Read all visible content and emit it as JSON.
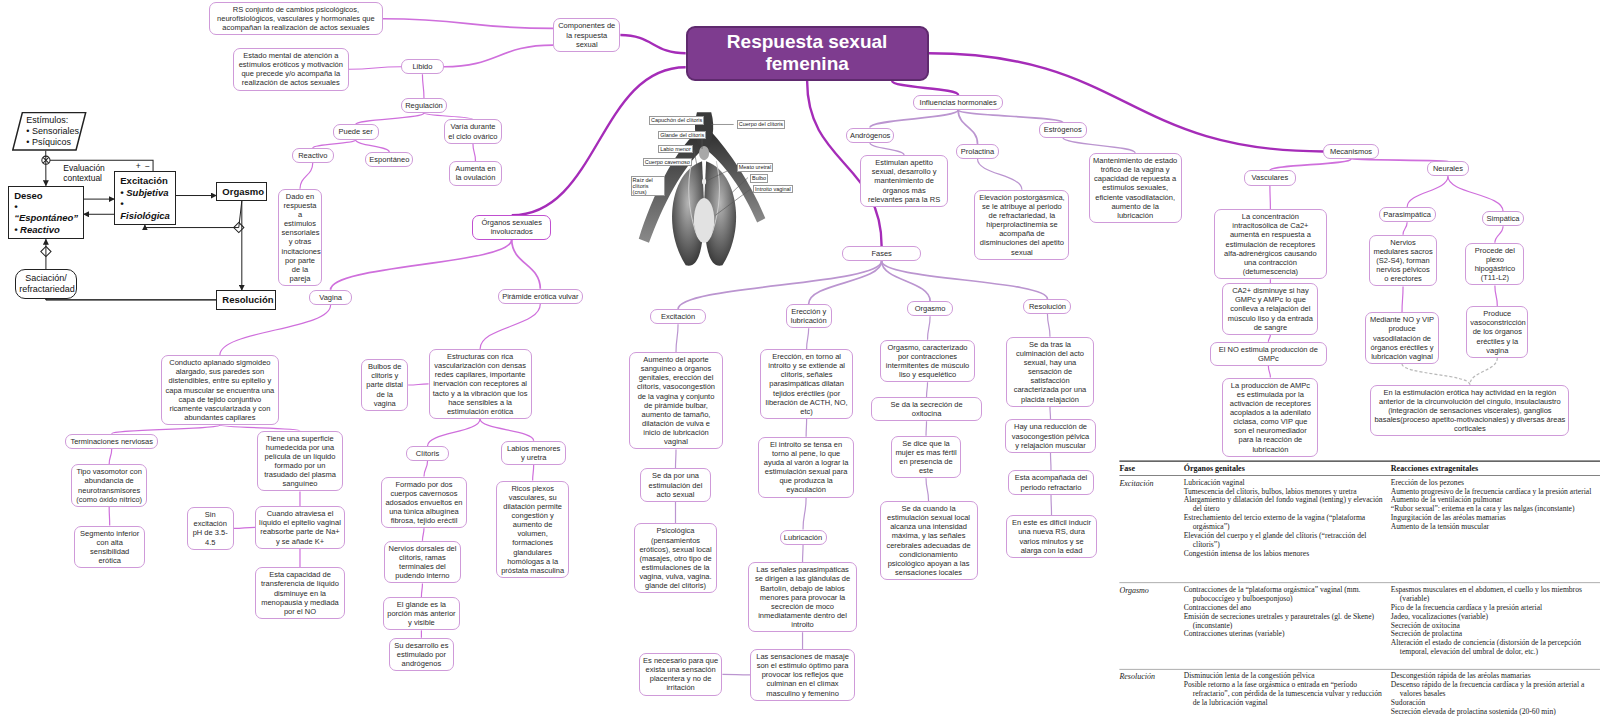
{
  "diagram": {
    "nodes": [
      {
        "text": [
          "Respuesta sexual femenina"
        ]
      },
      {
        "text": [
          "Componentes de la respuesta sexual"
        ]
      },
      {
        "text": [
          "RS conjunto de cambios psicológicos, neurofisiológicos, vasculares y hormonales que acompañan la realización de actos sexuales"
        ]
      },
      {
        "text": [
          "Libido"
        ]
      },
      {
        "text": [
          "Estado mental de atención a estímulos eróticos y motivación que precede y/o acompaña la realización de actos sexuales"
        ]
      },
      {
        "text": [
          "Regulación"
        ]
      },
      {
        "text": [
          "Puede ser"
        ]
      },
      {
        "text": [
          "Reactivo"
        ]
      },
      {
        "text": [
          "Espontáneo"
        ]
      },
      {
        "text": [
          "Dado en respuesta a estímulos sensoriales y otras incitaciones por parte de la pareja"
        ]
      },
      {
        "text": [
          "Varía durante el ciclo ovárico"
        ]
      },
      {
        "text": [
          "Aumenta en la ovulación"
        ]
      },
      {
        "text": [
          "Estímulos:",
          "• Sensoriales",
          "• Psíquicos"
        ]
      },
      {
        "text": [
          "Deseo",
          "• “Espontáneo”",
          "• Reactivo"
        ]
      },
      {
        "text": [
          "Excitación",
          "• Subjetiva",
          "• Fisiológica"
        ]
      },
      {
        "text": [
          "Orgasmo"
        ]
      },
      {
        "text": [
          "Resolución"
        ]
      },
      {
        "text": [
          "Saciación/ refractariedad"
        ]
      },
      {
        "text": [
          "Órganos sexuales involucrados"
        ]
      },
      {
        "text": [
          "Vagina"
        ]
      },
      {
        "text": [
          "Pirámide erótica vulvar"
        ]
      },
      {
        "text": [
          "Conducto aplanado sigmoideo alargado, sus paredes son distendibles, entre su epitelio y capa muscular se encuentra una capa de tejido conjuntivo ricamente vascularizada y con abundantes capilares"
        ]
      },
      {
        "text": [
          "Terminaciones nerviosas"
        ]
      },
      {
        "text": [
          "Tipo vasomotor con abundancia de neurotransmisores (como óxido nítrico)"
        ]
      },
      {
        "text": [
          "Segmento inferior con alta sensibilidad erótica"
        ]
      },
      {
        "text": [
          "Tiene una superficie humedecida por una película de un líquido formado por un trasudado del plasma sanguíneo"
        ]
      },
      {
        "text": [
          "Cuando atraviesa el líquido el epitelio vaginal reabsorbe parte de Na+ y se añade K+"
        ]
      },
      {
        "text": [
          "Sin excitación pH de 3.5-4.5"
        ]
      },
      {
        "text": [
          "Esta capacidad de transferencia de líquido disminuye en la menopausia y mediada por el NO"
        ]
      },
      {
        "text": [
          "Estructuras con rica vascularización con densas redes capilares, importante inervación con receptores al tacto y a la vibración que los hace sensibles a la estimulación erótica"
        ]
      },
      {
        "text": [
          "Bulbos de clitoris y parte distal de la vagina"
        ]
      },
      {
        "text": [
          "Clítoris"
        ]
      },
      {
        "text": [
          "Labios menores y uretra"
        ]
      },
      {
        "text": [
          "Formado por dos cuerpos cavernosos adosados envueltos en una túnica albugínea fibrosa, tejido eréctil"
        ]
      },
      {
        "text": [
          "Nervios dorsales del clítoris, ramas terminales del pudendo interno"
        ]
      },
      {
        "text": [
          "El glande es la porción más anterior y visible"
        ]
      },
      {
        "text": [
          "Su desarrollo es estimulado por andrógenos"
        ]
      },
      {
        "text": [
          "Ricos plexos vasculares, su dilatación permite congestión y aumento de volumen, formaciones glandulares homólogas a la próstata masculina"
        ]
      },
      {
        "text": [
          "Influencias hormonales"
        ]
      },
      {
        "text": [
          "Andrógenos"
        ]
      },
      {
        "text": [
          "Estimulan apetito sexual, desarrollo y mantenimiento de órganos más relevantes para la RS"
        ]
      },
      {
        "text": [
          "Prolactina"
        ]
      },
      {
        "text": [
          "Elevación postorgásmica, se le atribuye al periodo de refractariedad, la hiperprolactinemia se acompaña de disminuciones del apetito sexual"
        ]
      },
      {
        "text": [
          "Estrógenos"
        ]
      },
      {
        "text": [
          "Mantenimiento de estado trófico de la vagina y capacidad de repuesta a estímulos sexuales, eficiente vasodilatación, aumento de la lubricación"
        ]
      },
      {
        "text": [
          "Mecanismos"
        ]
      },
      {
        "text": [
          "Vasculares"
        ]
      },
      {
        "text": [
          "La concentración intracitosólica de Ca2+ aumentá en respuesta a estimulación de receptores alfa-adrenérgicos causando una contracción (detumescencia)"
        ]
      },
      {
        "text": [
          "CA2+ disminuye si hay GMPc y AMPc lo que conlleva a relajación del músculo liso y da entrada de sangre"
        ]
      },
      {
        "text": [
          "El NO estimula producción de GMPc"
        ]
      },
      {
        "text": [
          "La producción de AMPc es estimulada por la activación de receptores acoplados a la adenilato ciclasa, como VIP que son el neuromediador para la reacción de lubricación"
        ]
      },
      {
        "text": [
          "Neurales"
        ]
      },
      {
        "text": [
          "Parasimpática"
        ]
      },
      {
        "text": [
          "Simpática"
        ]
      },
      {
        "text": [
          "Nervios medulares sacros (S2-S4), forman nervios pélvicos o erectores"
        ]
      },
      {
        "text": [
          "Procede del plexo hipogástrico (T11-L2)"
        ]
      },
      {
        "text": [
          "Mediante NO y VIP produce vasodilatación de órganos eréctiles y lubricación vaginal"
        ]
      },
      {
        "text": [
          "Produce vasoconstricción de los órganos eréctiles y la vagina"
        ]
      },
      {
        "text": [
          "En la estimulación erótica hay actividad en la región anterior de la circunvolución del cíngulo, insulaclaustro (integración de sensaciones viscerales), ganglios basales(proceso apetito-motivacionales) y diversas áreas corticales"
        ]
      },
      {
        "text": [
          "Fases"
        ]
      },
      {
        "text": [
          "Excitación"
        ]
      },
      {
        "text": [
          "Aumento del aporte sanguíneo a órganos genitales, erección del clítoris, vasocongestión de la vagina y conjunto de pirámide bulbar, aumento de tamaño, dilatación de vulva e inicio de lubricación vaginal"
        ]
      },
      {
        "text": [
          "Se da por una estimulación del acto sexual"
        ]
      },
      {
        "text": [
          "Psicológica (pensamientos eróticos), sexual local (masajes, otro tipo de estimulaciones de la vagina, vulva, vagina. glande del clítoris)"
        ]
      },
      {
        "text": [
          "Erección y lubricación"
        ]
      },
      {
        "text": [
          "Erección, en torno al introito y se extiende al clítoris, señales parasimpáticas dilatan tejidos eréctiles (por liberación de ACTH, NO, etc)"
        ]
      },
      {
        "text": [
          "El introito se tensa en torno al pene, lo que ayuda al varón a lograr la estimulación sexual para que produzca la eyaculación"
        ]
      },
      {
        "text": [
          "Lubricación"
        ]
      },
      {
        "text": [
          "Las señales parasimpáticas se dirigen a las glándulas de Bartolín, debajo de labios menores para provocar la secreción de moco inmediatamente dentro del introito"
        ]
      },
      {
        "text": [
          "Las sensaciones de masaje son el estimulo óptimo para provocar los reflejos que culminan en el clímax masculino y femenino"
        ]
      },
      {
        "text": [
          "Es necesario para que exista una sensación placentera y no de irritación"
        ]
      },
      {
        "text": [
          "Orgasmo"
        ]
      },
      {
        "text": [
          "Orgasmo, caracterizado por contracciones intermitentes de músculo liso y esquelético"
        ]
      },
      {
        "text": [
          "Se da la secreción de oxitocina"
        ]
      },
      {
        "text": [
          "Se dice que la mujer es mas fértil en presencia de este"
        ]
      },
      {
        "text": [
          "Se da cuando la estimulación sexual local alcanza una intensidad máxima, y las señales cerebrales adecuadas de condicionamiento psicológico apoyan a las sensaciones locales"
        ]
      },
      {
        "text": [
          "Resolución"
        ]
      },
      {
        "text": [
          "Se da tras la culminación del acto sexual, hay una sensación de satisfacción caracterizada por una placida relajación"
        ]
      },
      {
        "text": [
          "Hay una reducción de vasocongestión pélvica y relajación muscular"
        ]
      },
      {
        "text": [
          "Esta acompañada del periodo refractario"
        ]
      },
      {
        "text": [
          "En este es difícil inducir una nueva RS, dura varios minutos y se alarga con la edad"
        ]
      }
    ],
    "edges": [
      {
        "from": 0,
        "to": 1,
        "arrow": "none"
      },
      {
        "from": 1,
        "to": 2,
        "arrow": "none"
      },
      {
        "from": 1,
        "to": 3,
        "arrow": "none"
      },
      {
        "from": 3,
        "to": 4,
        "arrow": "none"
      },
      {
        "from": 3,
        "to": 5,
        "arrow": "none"
      },
      {
        "from": 5,
        "to": 6,
        "arrow": "none"
      },
      {
        "from": 6,
        "to": 7,
        "arrow": "none"
      },
      {
        "from": 6,
        "to": 8,
        "arrow": "none"
      },
      {
        "from": 7,
        "to": 9,
        "arrow": "none"
      },
      {
        "from": 5,
        "to": 10,
        "arrow": "none"
      },
      {
        "from": 10,
        "to": 11,
        "arrow": "none"
      },
      {
        "from": 0,
        "to": 18,
        "arrow": "none"
      },
      {
        "from": 18,
        "to": 19,
        "arrow": "none"
      },
      {
        "from": 18,
        "to": 20,
        "arrow": "none"
      },
      {
        "from": 19,
        "to": 21,
        "arrow": "none"
      },
      {
        "from": 21,
        "to": 22,
        "arrow": "none"
      },
      {
        "from": 22,
        "to": 23,
        "arrow": "none"
      },
      {
        "from": 23,
        "to": 24,
        "arrow": "none"
      },
      {
        "from": 21,
        "to": 25,
        "arrow": "none"
      },
      {
        "from": 25,
        "to": 26,
        "arrow": "none"
      },
      {
        "from": 26,
        "to": 27,
        "arrow": "none"
      },
      {
        "from": 26,
        "to": 28,
        "arrow": "none"
      },
      {
        "from": 20,
        "to": 29,
        "arrow": "none"
      },
      {
        "from": 29,
        "to": 30,
        "arrow": "none"
      },
      {
        "from": 29,
        "to": 31,
        "arrow": "none"
      },
      {
        "from": 29,
        "to": 32,
        "arrow": "none"
      },
      {
        "from": 31,
        "to": 33,
        "arrow": "none"
      },
      {
        "from": 33,
        "to": 34,
        "arrow": "none"
      },
      {
        "from": 34,
        "to": 35,
        "arrow": "none"
      },
      {
        "from": 35,
        "to": 36,
        "arrow": "none"
      },
      {
        "from": 32,
        "to": 37,
        "arrow": "none"
      },
      {
        "from": 0,
        "to": 38,
        "arrow": "none"
      },
      {
        "from": 38,
        "to": 39,
        "arrow": "none"
      },
      {
        "from": 39,
        "to": 40,
        "arrow": "none"
      },
      {
        "from": 38,
        "to": 41,
        "arrow": "none"
      },
      {
        "from": 41,
        "to": 42,
        "arrow": "none"
      },
      {
        "from": 38,
        "to": 43,
        "arrow": "none"
      },
      {
        "from": 43,
        "to": 44,
        "arrow": "none"
      },
      {
        "from": 0,
        "to": 45,
        "arrow": "none"
      },
      {
        "from": 45,
        "to": 46,
        "arrow": "none"
      },
      {
        "from": 46,
        "to": 47,
        "arrow": "none"
      },
      {
        "from": 47,
        "to": 48,
        "arrow": "none"
      },
      {
        "from": 48,
        "to": 49,
        "arrow": "none"
      },
      {
        "from": 49,
        "to": 50,
        "arrow": "none"
      },
      {
        "from": 45,
        "to": 51,
        "arrow": "none"
      },
      {
        "from": 51,
        "to": 52,
        "arrow": "none"
      },
      {
        "from": 51,
        "to": 53,
        "arrow": "none"
      },
      {
        "from": 52,
        "to": 54,
        "arrow": "none"
      },
      {
        "from": 54,
        "to": 56,
        "arrow": "none"
      },
      {
        "from": 53,
        "to": 55,
        "arrow": "none"
      },
      {
        "from": 55,
        "to": 57,
        "arrow": "none"
      },
      {
        "from": 56,
        "to": 58,
        "arrow": "none"
      },
      {
        "from": 57,
        "to": 58,
        "arrow": "none"
      },
      {
        "from": 0,
        "to": 59,
        "arrow": "none"
      },
      {
        "from": 59,
        "to": 60,
        "arrow": "none"
      },
      {
        "from": 60,
        "to": 61,
        "arrow": "none"
      },
      {
        "from": 61,
        "to": 62,
        "arrow": "none"
      },
      {
        "from": 62,
        "to": 63,
        "arrow": "none"
      },
      {
        "from": 59,
        "to": 64,
        "arrow": "none"
      },
      {
        "from": 64,
        "to": 65,
        "arrow": "none"
      },
      {
        "from": 65,
        "to": 66,
        "arrow": "none"
      },
      {
        "from": 66,
        "to": 67,
        "arrow": "none"
      },
      {
        "from": 67,
        "to": 68,
        "arrow": "none"
      },
      {
        "from": 68,
        "to": 69,
        "arrow": "none"
      },
      {
        "from": 69,
        "to": 70,
        "arrow": "none"
      },
      {
        "from": 59,
        "to": 71,
        "arrow": "none"
      },
      {
        "from": 71,
        "to": 72,
        "arrow": "none"
      },
      {
        "from": 72,
        "to": 73,
        "arrow": "none"
      },
      {
        "from": 73,
        "to": 74,
        "arrow": "none"
      },
      {
        "from": 74,
        "to": 75,
        "arrow": "none"
      },
      {
        "from": 59,
        "to": 76,
        "arrow": "none"
      },
      {
        "from": 76,
        "to": 77,
        "arrow": "none"
      },
      {
        "from": 77,
        "to": 78,
        "arrow": "none"
      },
      {
        "from": 78,
        "to": 79,
        "arrow": "none"
      },
      {
        "from": 79,
        "to": 80,
        "arrow": "none"
      },
      {
        "from": 12,
        "to": 13,
        "arrow": "to"
      },
      {
        "from": 13,
        "to": 14,
        "arrow": "to"
      },
      {
        "from": 14,
        "to": 13,
        "arrow": "to"
      },
      {
        "from": 14,
        "to": 15,
        "arrow": "to"
      },
      {
        "from": 15,
        "to": 16,
        "arrow": "to"
      },
      {
        "from": 15,
        "to": 14,
        "arrow": "to"
      },
      {
        "from": 16,
        "to": 13,
        "arrow": "to"
      },
      {
        "from": 16,
        "to": 17,
        "arrow": "none"
      }
    ],
    "labels": [
      "Capuchón del clítoris",
      "Cuerpo del clítoris",
      "Glande del clítoris",
      "Labio menor",
      "Cuerpo cavernoso",
      "Raíz del clítoris (crus)",
      "Meato uretral",
      "Bulbo",
      "Introito vaginal",
      "Evaluación contextual",
      "+",
      "−",
      "Fase",
      "Órganos genitales",
      "Reacciones extragenitales",
      "Excitación",
      "Lubricación vaginal",
      "Tumescencia del clítoris, bulbos, labios menores y uretra",
      "Alargamiento y dilatación del fondo vaginal (tenting) y elevación del útero",
      "Estrechamiento del tercio externo de la vagina (“plataforma orgásmica”)",
      "Elevación del cuerpo y el glande del clítoris (“retracción del clítoris”)",
      "Congestión intensa de los labios menores",
      "Erección de los pezones",
      "Aumento progresivo de la frecuencia cardíaca y la presión arterial",
      "Aumento de la ventilación pulmonar",
      "“Rubor sexual”: eritema en la cara y las nalgas (inconstante)",
      "Ingurgitación de las aréolas mamarias",
      "Aumento de la tensión muscular",
      "Orgasmo",
      "Contracciones de la “plataforma orgásmica” vaginal (mm. pubococcígeo y bulboesponjoso)",
      "Contracciones del ano",
      "Emisión de secreciones uretrales y parauretrales (gl. de Skene) (inconstante)",
      "Contracciones uterinas (variable)",
      "Espasmos musculares en el abdomen, el cuello y los miembros (variable)",
      "Pico de la frecuencia cardíaca y la presión arterial",
      "Jadeo, vocalizaciones (variable)",
      "Secreción de oxitocina",
      "Secreción de prolactina",
      "Alteración el estado de conciencia (distorsión de la percepción temporal, elevación del umbral de dolor, etc.)",
      "Resolución",
      "Disminución lenta de la congestión pélvica",
      "Posible retorno a la fase orgásmica o entrada en “período refractario”, con pérdida de la tumescencia vulvar y reducción de la lubricación vaginal",
      "Descongestión rápida de las aréolas mamarias",
      "Descenso rápido de la frecuencia cardíaca y la presión arterial a valores basales",
      "Sudoración",
      "Secreción elevada de prolactina sostenida (20-60 min)"
    ]
  }
}
